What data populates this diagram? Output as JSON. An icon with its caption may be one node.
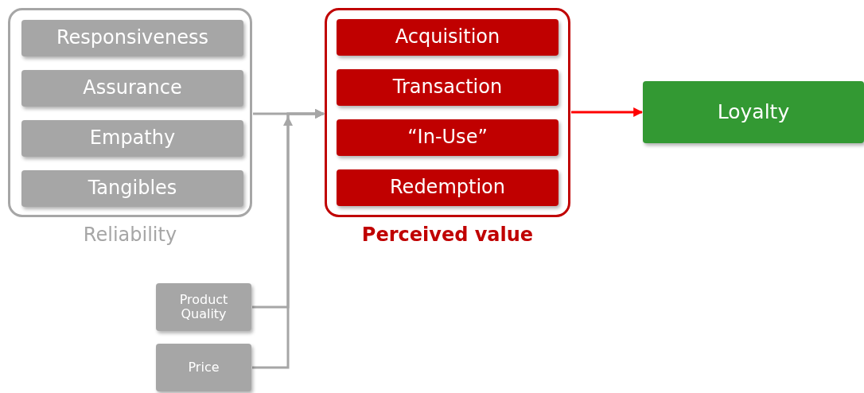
{
  "diagram": {
    "nodes": [
      {
        "text": [
          "Reliability"
        ]
      },
      {
        "text": [
          "Responsiveness"
        ],
        "in": 0
      },
      {
        "text": [
          "Assurance"
        ],
        "in": 0
      },
      {
        "text": [
          "Empathy"
        ],
        "in": 0
      },
      {
        "text": [
          "Tangibles"
        ],
        "in": 0
      },
      {
        "text": [
          "Perceived value"
        ]
      },
      {
        "text": [
          "Acquisition"
        ],
        "in": 5
      },
      {
        "text": [
          "Transaction"
        ],
        "in": 5
      },
      {
        "text": [
          "“In-Use”"
        ],
        "in": 5
      },
      {
        "text": [
          "Redemption"
        ],
        "in": 5
      },
      {
        "text": [
          "Loyalty"
        ]
      },
      {
        "text": [
          "Product Quality"
        ]
      },
      {
        "text": [
          "Price"
        ]
      }
    ],
    "edges": [
      {
        "from": 0,
        "to": 5,
        "arrow": "to"
      },
      {
        "from": 11,
        "to": 5,
        "arrow": "to"
      },
      {
        "from": 12,
        "to": 5,
        "arrow": "to"
      },
      {
        "from": 5,
        "to": 10,
        "arrow": "to",
        "color": "#ff0000"
      }
    ]
  }
}
